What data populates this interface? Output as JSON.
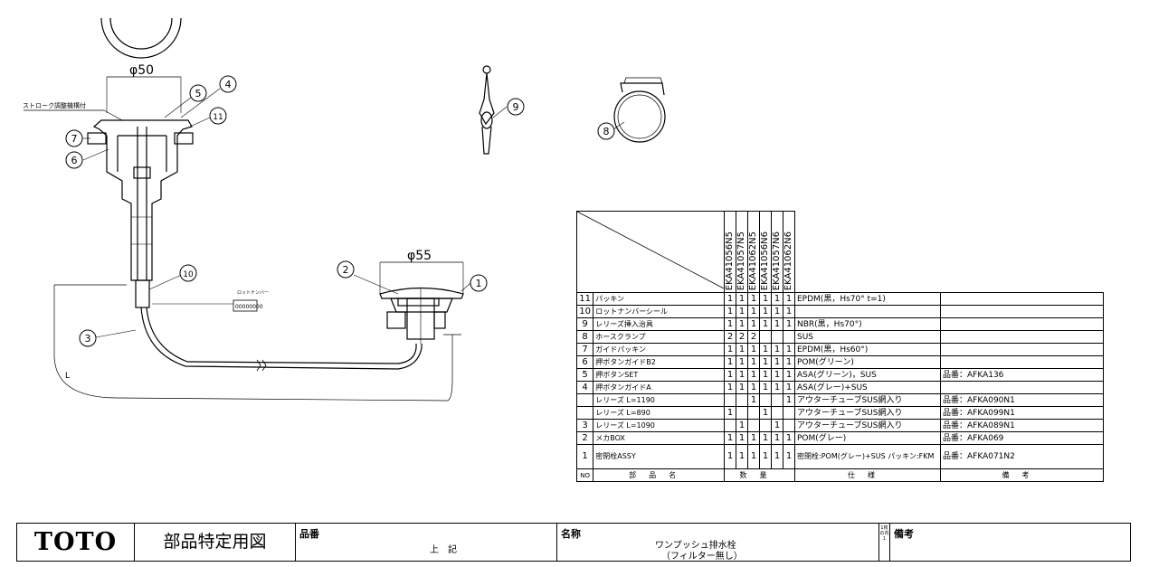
{
  "callouts": [
    "1",
    "2",
    "3",
    "4",
    "5",
    "6",
    "7",
    "8",
    "9",
    "10",
    "11"
  ],
  "drawing": {
    "dim_top": "φ50",
    "dim_right": "φ55",
    "stroke_label": "ストローク調整機構付",
    "dim_L": "L",
    "lot_label": "ロットナンバー",
    "lot_code": "00000000"
  },
  "table": {
    "models": [
      "EKA41056N5",
      "EKA41057N5",
      "EKA41062N5",
      "EKA41056N6",
      "EKA41057N6",
      "EKA41062N6"
    ],
    "rows": [
      {
        "no": "11",
        "name": "パッキン",
        "q": [
          "1",
          "1",
          "1",
          "1",
          "1",
          "1"
        ],
        "spec": "EPDM(黒，Hs70° t=1)",
        "remarks": ""
      },
      {
        "no": "10",
        "name": "ロットナンバーシール",
        "q": [
          "1",
          "1",
          "1",
          "1",
          "1",
          "1"
        ],
        "spec": "",
        "remarks": ""
      },
      {
        "no": "9",
        "name": "レリーズ挿入治具",
        "q": [
          "1",
          "1",
          "1",
          "1",
          "1",
          "1"
        ],
        "spec": "NBR(黒，Hs70°)",
        "remarks": ""
      },
      {
        "no": "8",
        "name": "ホースクランプ",
        "q": [
          "2",
          "2",
          "2",
          "",
          "",
          ""
        ],
        "spec": "SUS",
        "remarks": ""
      },
      {
        "no": "7",
        "name": "ガイドパッキン",
        "q": [
          "1",
          "1",
          "1",
          "1",
          "1",
          "1"
        ],
        "spec": "EPDM(黒，Hs60°)",
        "remarks": ""
      },
      {
        "no": "6",
        "name": "押ボタンガイドB2",
        "q": [
          "1",
          "1",
          "1",
          "1",
          "1",
          "1"
        ],
        "spec": "POM(グリーン)",
        "remarks": ""
      },
      {
        "no": "5",
        "name": "押ボタンSET",
        "q": [
          "1",
          "1",
          "1",
          "1",
          "1",
          "1"
        ],
        "spec": "ASA(グリーン)，SUS",
        "remarks": "品番：AFKA136"
      },
      {
        "no": "4",
        "name": "押ボタンガイドA",
        "q": [
          "1",
          "1",
          "1",
          "1",
          "1",
          "1"
        ],
        "spec": "ASA(グレー)+SUS",
        "remarks": ""
      },
      {
        "no": "",
        "name": "レリーズ L=1190",
        "q": [
          "",
          "",
          "1",
          "",
          "",
          "1"
        ],
        "spec": "アウターチューブSUS網入り",
        "remarks": "品番：AFKA090N1"
      },
      {
        "no": "",
        "name": "レリーズ L=890",
        "q": [
          "1",
          "",
          "",
          "1",
          "",
          ""
        ],
        "spec": "アウターチューブSUS網入り",
        "remarks": "品番：AFKA099N1"
      },
      {
        "no": "3",
        "name": "レリーズ L=1090",
        "q": [
          "",
          "1",
          "",
          "",
          "1",
          ""
        ],
        "spec": "アウターチューブSUS網入り",
        "remarks": "品番：AFKA089N1"
      },
      {
        "no": "2",
        "name": "メカBOX",
        "q": [
          "1",
          "1",
          "1",
          "1",
          "1",
          "1"
        ],
        "spec": "POM(グレー)",
        "remarks": "品番：AFKA069"
      },
      {
        "no": "1",
        "name": "密閉栓ASSY",
        "q": [
          "1",
          "1",
          "1",
          "1",
          "1",
          "1"
        ],
        "spec": "密閉栓:POM(グレー)+SUS パッキン:FKM",
        "remarks": "品番：AFKA071N2"
      }
    ],
    "footer": {
      "no": "NO",
      "name": "部品名",
      "qty": "数量",
      "spec": "仕様",
      "remarks": "備考"
    }
  },
  "titleblock": {
    "logo": "TOTO",
    "title": "部品特定用図",
    "part_label": "品番",
    "part_value": "上記",
    "name_label": "名称",
    "name_line1": "ワンプッシュ排水栓",
    "name_line2": "（フィルター無し）",
    "sheet": "1枚の内1",
    "note_label": "備考"
  }
}
